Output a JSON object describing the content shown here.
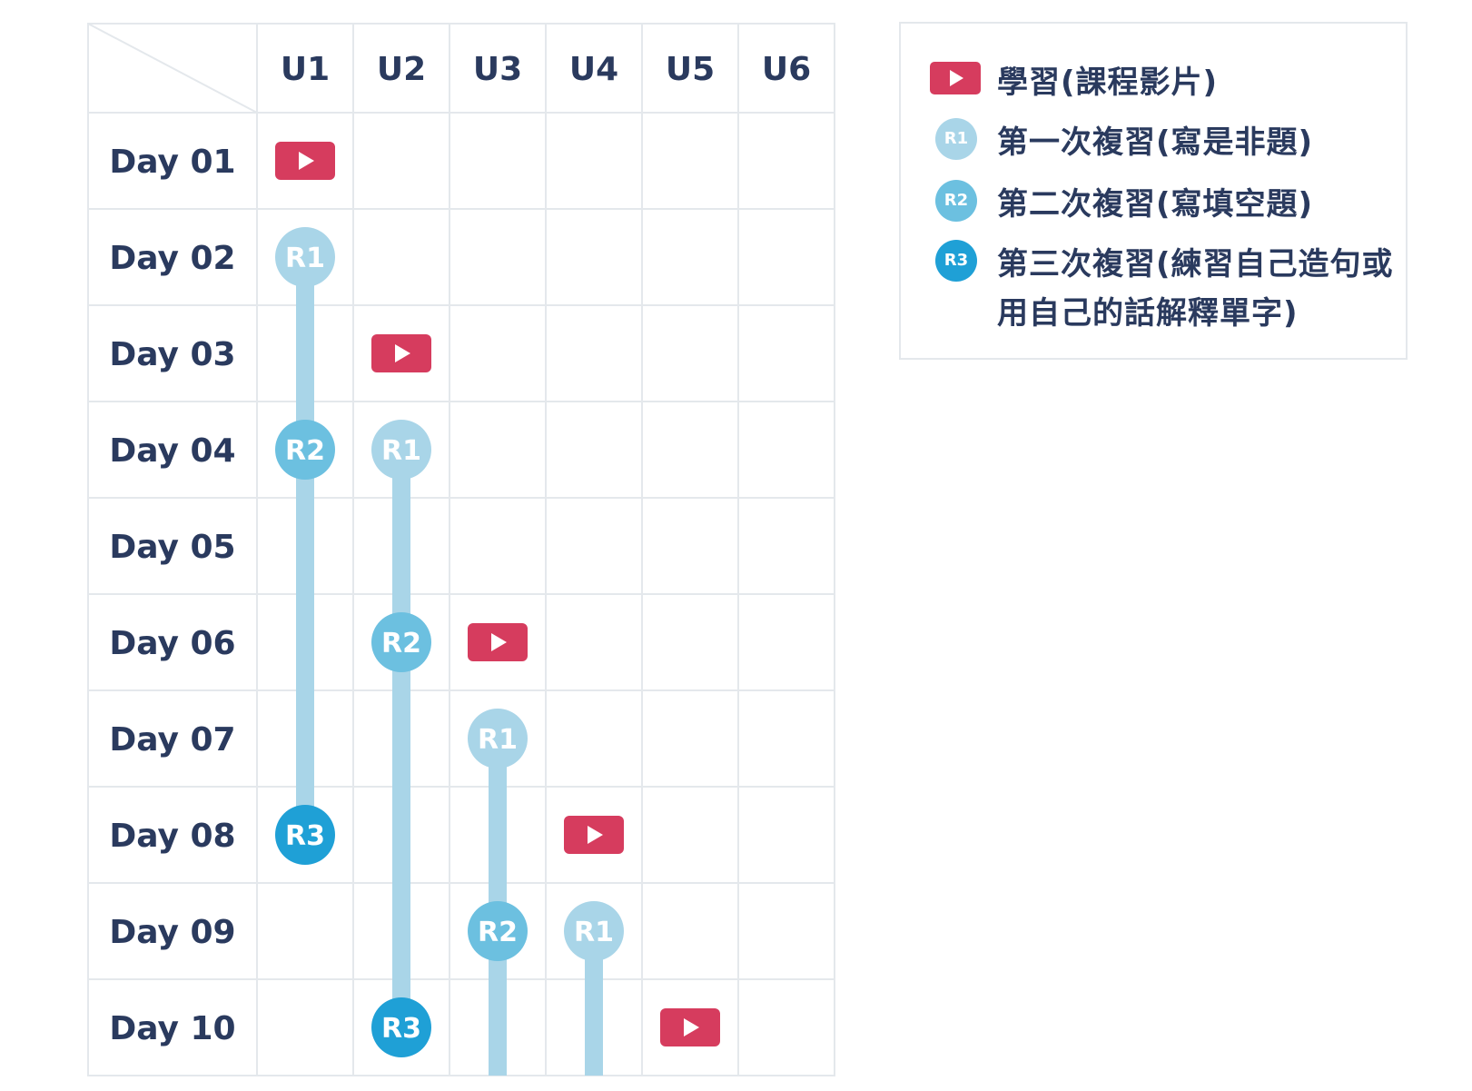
{
  "columns": [
    "U1",
    "U2",
    "U3",
    "U4",
    "U5",
    "U6"
  ],
  "rows": [
    "Day 01",
    "Day 02",
    "Day 03",
    "Day 04",
    "Day 05",
    "Day 06",
    "Day 07",
    "Day 08",
    "Day 09",
    "Day 10"
  ],
  "marker_labels": {
    "R1": "R1",
    "R2": "R2",
    "R3": "R3"
  },
  "colors": {
    "learn": "#d63c5e",
    "r1": "#a9d5e8",
    "r2": "#6cc0e0",
    "r3": "#1fa0d6",
    "line": "#a9d5e8",
    "grid": "#e4e8ec",
    "text": "#2a3a5e"
  },
  "schedule": [
    {
      "unit": "U1",
      "learn": "Day 01",
      "r1": "Day 02",
      "r2": "Day 04",
      "r3": "Day 08"
    },
    {
      "unit": "U2",
      "learn": "Day 03",
      "r1": "Day 04",
      "r2": "Day 06",
      "r3": "Day 10"
    },
    {
      "unit": "U3",
      "learn": "Day 06",
      "r1": "Day 07",
      "r2": "Day 09"
    },
    {
      "unit": "U4",
      "learn": "Day 08",
      "r1": "Day 09"
    },
    {
      "unit": "U5",
      "learn": "Day 10"
    }
  ],
  "legend": {
    "learn": {
      "icon": "play-icon",
      "text": "學習(課程影片)"
    },
    "r1": {
      "badge": "R1",
      "text": "第一次複習(寫是非題)"
    },
    "r2": {
      "badge": "R2",
      "text": "第二次複習(寫填空題)"
    },
    "r3": {
      "badge": "R3",
      "text": "第三次複習(練習自己造句或用自己的話解釋單字)"
    }
  }
}
